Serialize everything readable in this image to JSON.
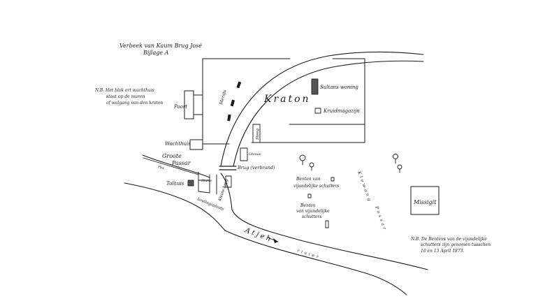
{
  "title_line1": "Verbeek van Kaum Brug José",
  "title_line2": "Bijlage A",
  "note_left": {
    "line1": "N.B. Het blok ert wachthuis",
    "line2": "staat op de muren",
    "line3": "of walgang van den kraton"
  },
  "note_right": {
    "line1": "N.B. De Bentens van de vijandelijke",
    "line2": "schutters zijn genomen tusschen",
    "line3": "10 en 13 April 1873."
  },
  "labels": {
    "kraton": "Kraton",
    "sultans_woning": "Sultans woning",
    "kruidmagazijn": "Kruidmagazijn",
    "poort": "Poort",
    "wachthuis": "Wachthuis",
    "groote_passar": "Groote",
    "passar_word": "Passar",
    "pasar_dash": "Pas.",
    "tolhuis": "Tolhuis",
    "brug_verbrand": "Brug (verbrand)",
    "kleine_brug": "Kleine brug",
    "landingsplaats": "landingsplaats",
    "atjeh": "Atjeh",
    "rivier": "rivier",
    "missigit": "Missigit",
    "klewang": "Klewang",
    "passar_right": "Passar",
    "benteng1_a": "Benten van",
    "benteng1_b": "vijandelijke schutters",
    "benteng2_a": "Benten",
    "benteng2_b": "van vijandelijke",
    "benteng2_c": "schutters",
    "stutte": "Stutte",
    "steeg": "Steeg",
    "meraju": "Meraju",
    "gbouw": "Gbouw"
  },
  "colors": {
    "ink": "#1a1a1a",
    "paper": "#ffffff"
  }
}
